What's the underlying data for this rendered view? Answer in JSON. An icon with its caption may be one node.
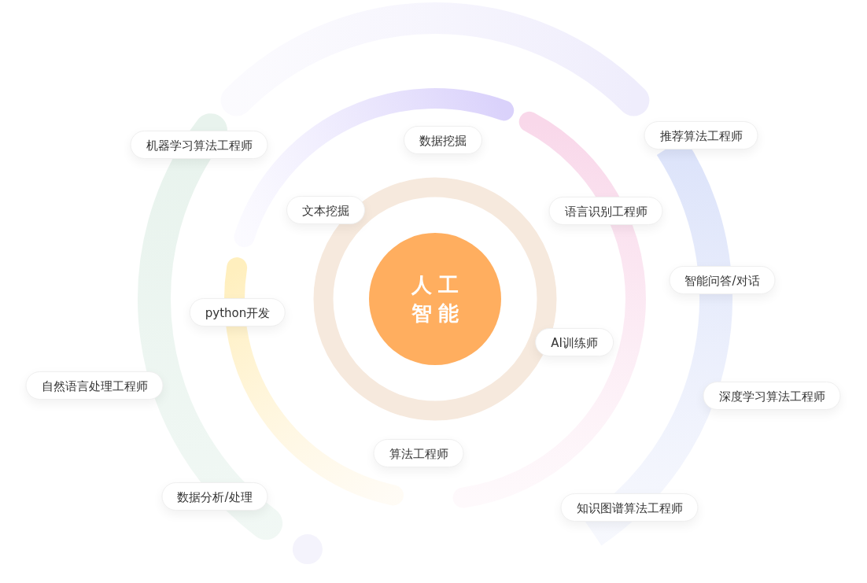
{
  "diagram": {
    "nodes": [
      {
        "text": [
          "人工智能"
        ]
      },
      {
        "text": [
          "机器学习算法工程师"
        ]
      },
      {
        "text": [
          "数据挖掘"
        ]
      },
      {
        "text": [
          "推荐算法工程师"
        ]
      },
      {
        "text": [
          "文本挖掘"
        ]
      },
      {
        "text": [
          "语言识别工程师"
        ]
      },
      {
        "text": [
          "智能问答/对话"
        ]
      },
      {
        "text": [
          "python开发"
        ]
      },
      {
        "text": [
          "AI训练师"
        ]
      },
      {
        "text": [
          "自然语言处理工程师"
        ]
      },
      {
        "text": [
          "深度学习算法工程师"
        ]
      },
      {
        "text": [
          "算法工程师"
        ]
      },
      {
        "text": [
          "数据分析/处理"
        ]
      },
      {
        "text": [
          "知识图谱算法工程师"
        ]
      }
    ]
  }
}
